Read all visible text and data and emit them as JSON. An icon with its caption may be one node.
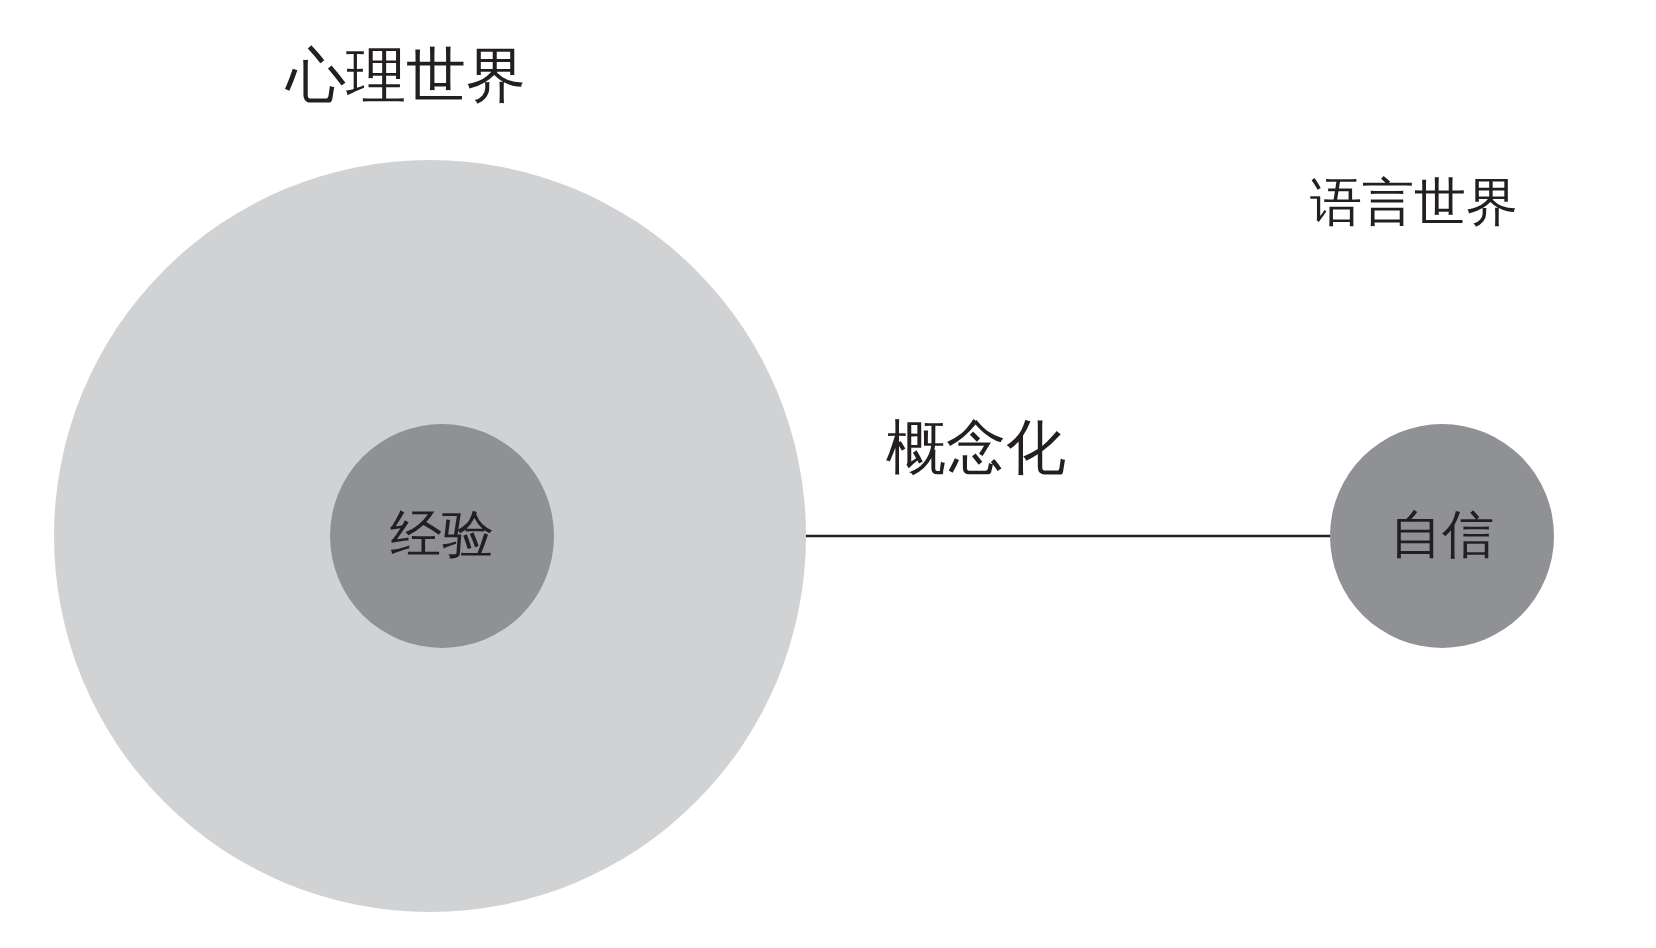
{
  "diagram": {
    "nodes": [
      {
        "text": [
          "心理世界"
        ]
      },
      {
        "text": [
          "经验"
        ],
        "in": 0
      },
      {
        "text": [
          "自信"
        ]
      }
    ],
    "edges": [
      {
        "from": 1,
        "to": 2,
        "arrow": "none",
        "label": "概念化"
      }
    ],
    "labels": [
      "语言世界"
    ]
  }
}
